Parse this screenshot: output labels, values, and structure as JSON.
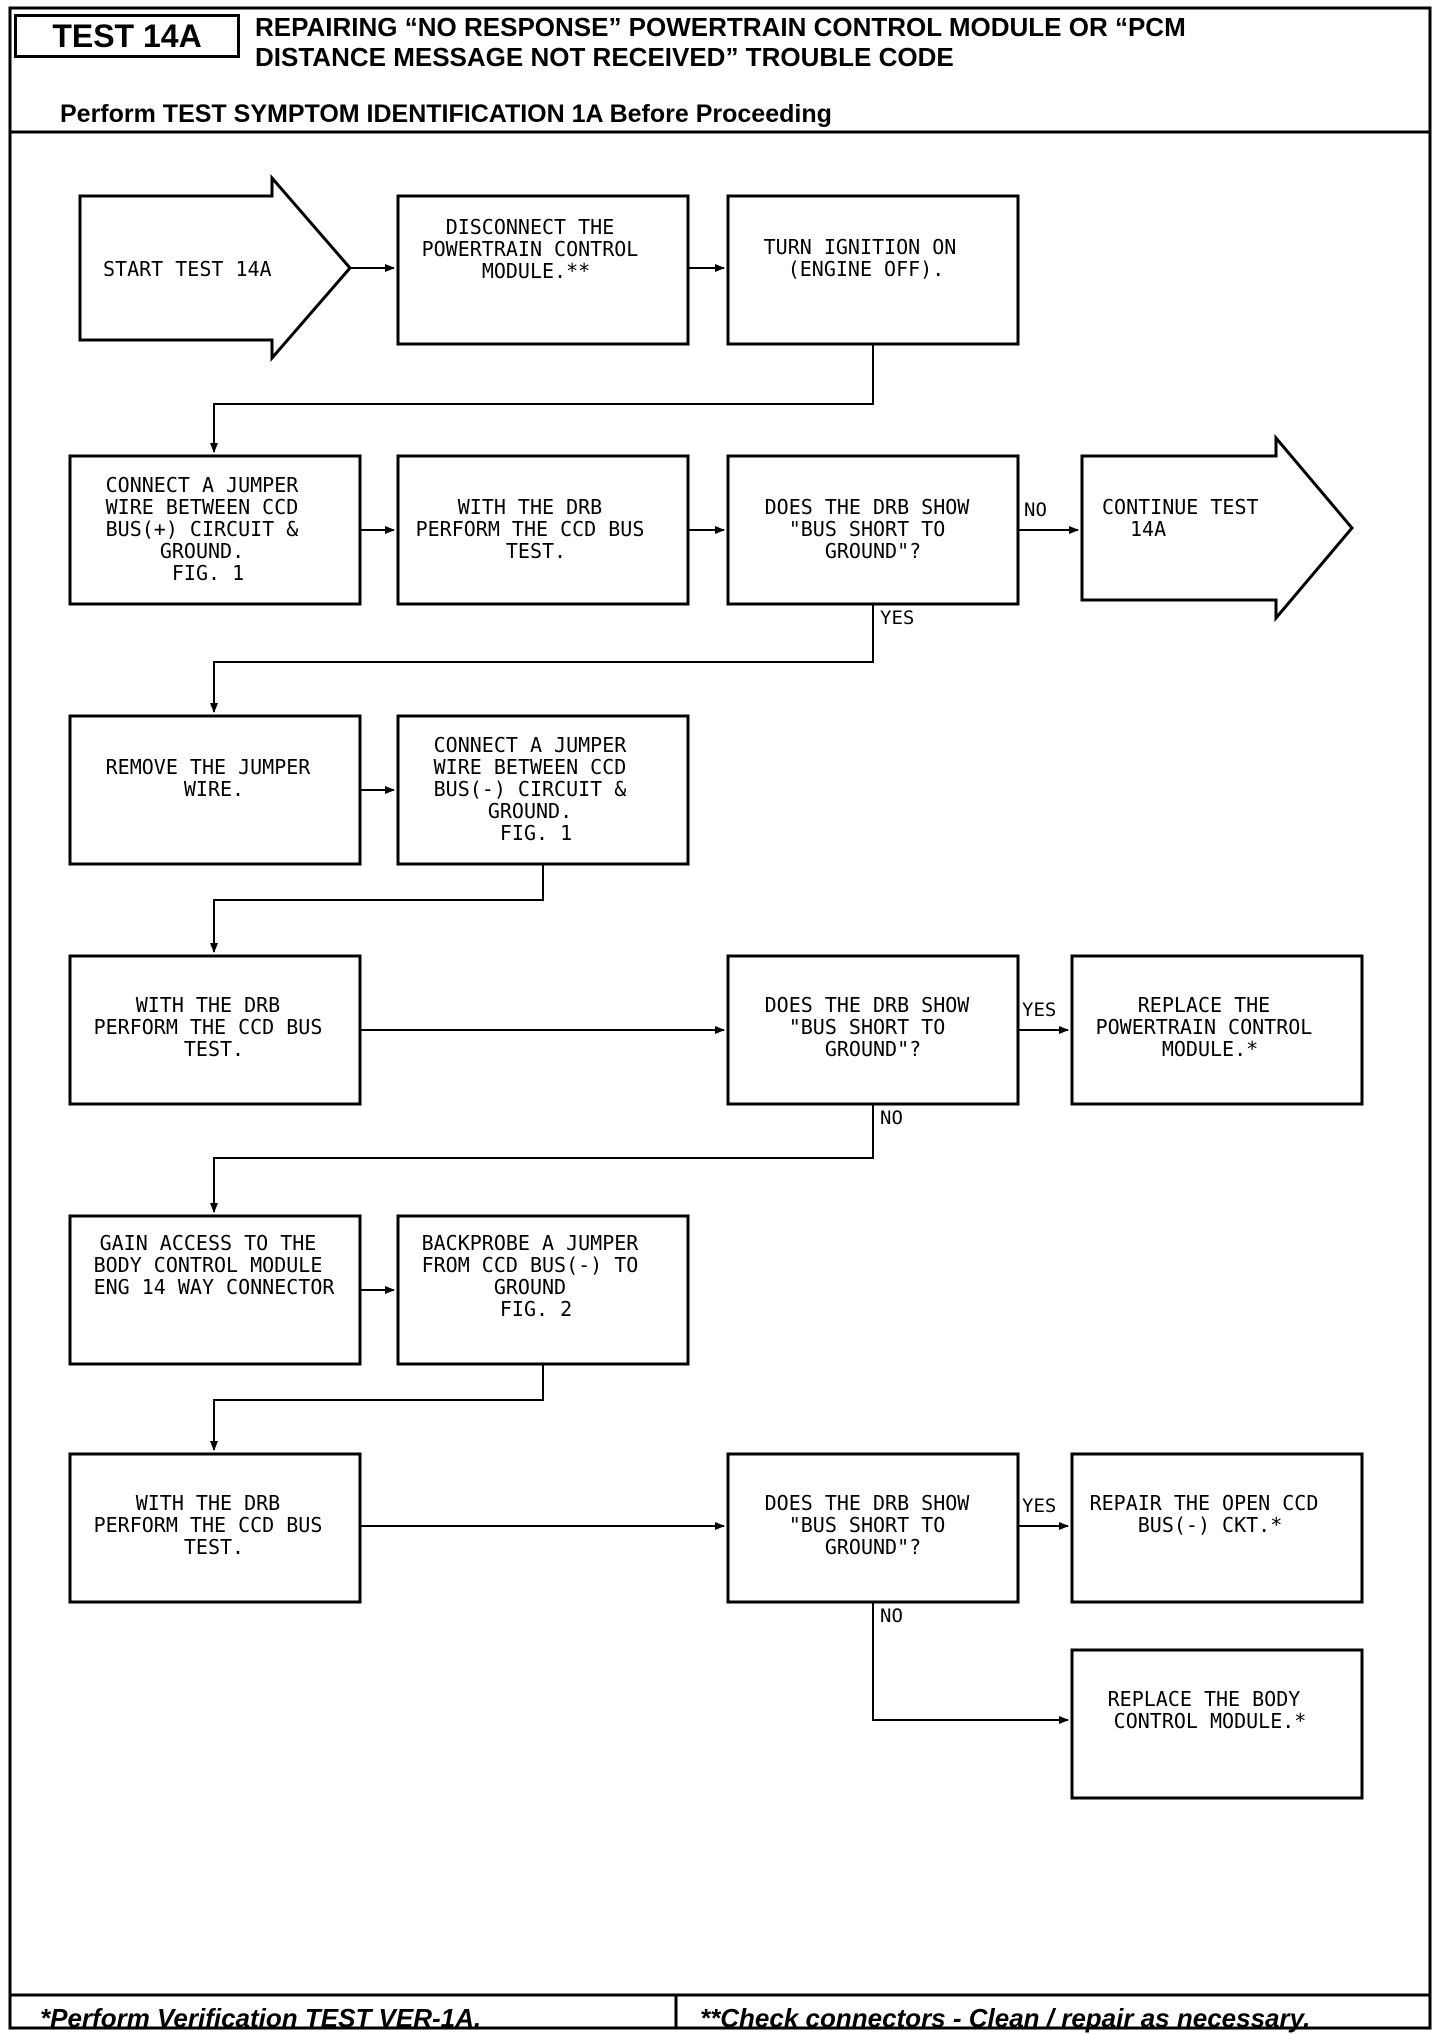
{
  "header": {
    "test_id": "TEST 14A",
    "title_line1": "REPAIRING “NO RESPONSE” POWERTRAIN CONTROL MODULE OR “PCM",
    "title_line2": "DISTANCE MESSAGE NOT RECEIVED” TROUBLE CODE",
    "subtitle": "Perform TEST SYMPTOM IDENTIFICATION 1A Before Proceeding"
  },
  "nodes": {
    "start": [
      "START TEST 14A"
    ],
    "disconnect_pcm": [
      "DISCONNECT THE",
      "POWERTRAIN CONTROL",
      "MODULE.**"
    ],
    "ignition_on": [
      "TURN IGNITION ON",
      "(ENGINE OFF)."
    ],
    "jumper_plus": [
      "CONNECT A JUMPER",
      "WIRE BETWEEN CCD",
      "BUS(+) CIRCUIT &",
      "GROUND.",
      "FIG. 1"
    ],
    "ccd_test_1": [
      "WITH THE DRB",
      "PERFORM THE CCD BUS",
      "TEST."
    ],
    "decision_1": [
      "DOES THE DRB SHOW",
      "\"BUS SHORT TO",
      "GROUND\"?"
    ],
    "continue_14a": [
      "CONTINUE TEST",
      "14A"
    ],
    "remove_jumper": [
      "REMOVE THE JUMPER",
      "WIRE."
    ],
    "jumper_minus": [
      "CONNECT A JUMPER",
      "WIRE BETWEEN CCD",
      "BUS(-) CIRCUIT &",
      "GROUND.",
      "FIG. 1"
    ],
    "ccd_test_2": [
      "WITH THE DRB",
      "PERFORM THE CCD BUS",
      "TEST."
    ],
    "decision_2": [
      "DOES THE DRB SHOW",
      "\"BUS SHORT TO",
      "GROUND\"?"
    ],
    "replace_pcm": [
      "REPLACE THE",
      "POWERTRAIN CONTROL",
      "MODULE.*"
    ],
    "gain_access": [
      "GAIN ACCESS TO THE",
      "BODY CONTROL MODULE",
      "ENG 14 WAY CONNECTOR"
    ],
    "backprobe": [
      "BACKPROBE A JUMPER",
      "FROM CCD BUS(-) TO",
      "GROUND",
      "FIG. 2"
    ],
    "ccd_test_3": [
      "WITH THE DRB",
      "PERFORM THE CCD BUS",
      "TEST."
    ],
    "decision_3": [
      "DOES THE DRB SHOW",
      "\"BUS SHORT TO",
      "GROUND\"?"
    ],
    "repair_open": [
      "REPAIR THE OPEN CCD",
      "BUS(-) CKT.*"
    ],
    "replace_bcm": [
      "REPLACE THE BODY",
      "CONTROL MODULE.*"
    ]
  },
  "edge_labels": {
    "d1_no": "NO",
    "d1_yes": "YES",
    "d2_yes": "YES",
    "d2_no": "NO",
    "d3_yes": "YES",
    "d3_no": "NO"
  },
  "footer": {
    "left": "*Perform Verification TEST VER-1A.",
    "right": "**Check connectors - Clean / repair as necessary."
  }
}
